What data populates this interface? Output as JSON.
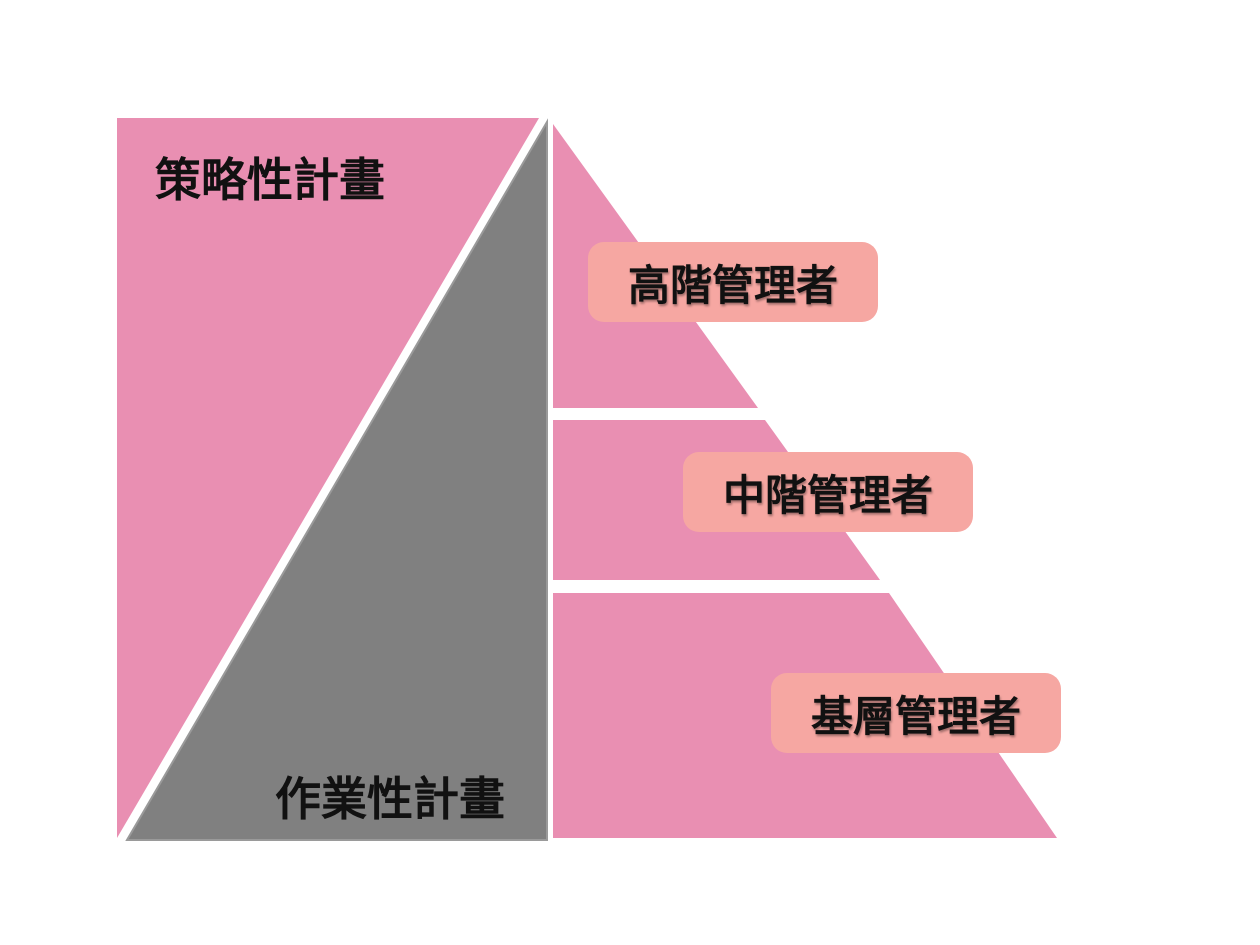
{
  "diagram": {
    "strategic_plan": "策略性計畫",
    "operational_plan": "作業性計畫",
    "levels": [
      {
        "label": "高階管理者"
      },
      {
        "label": "中階管理者"
      },
      {
        "label": "基層管理者"
      }
    ]
  },
  "colors": {
    "pink": "#e98fb2",
    "gray": "#808080",
    "label_box": "#f6a7a2",
    "text": "#111111"
  }
}
